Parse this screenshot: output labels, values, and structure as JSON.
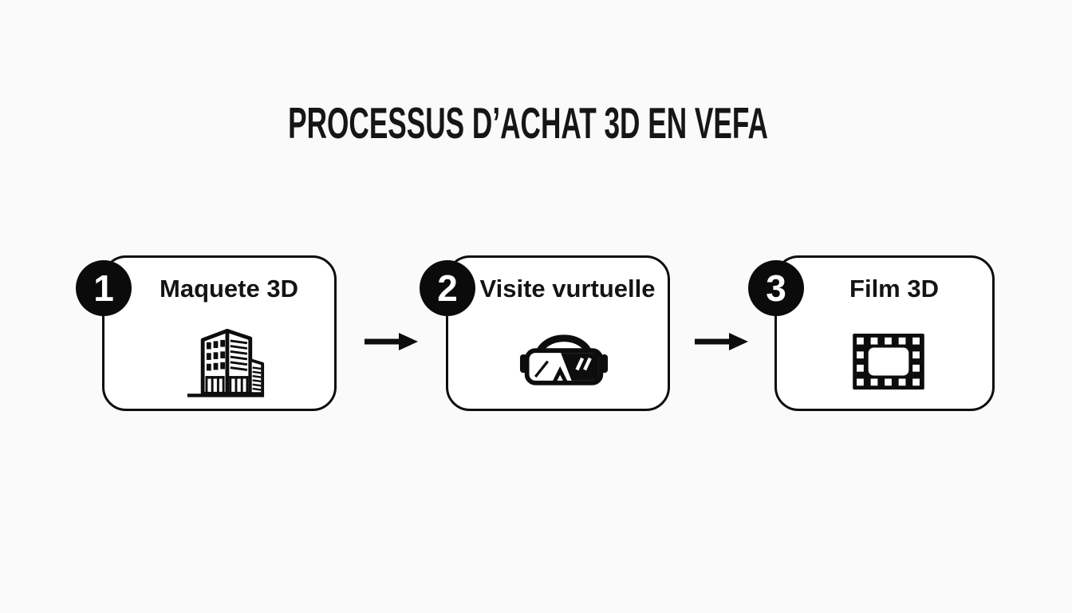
{
  "title": "PROCESSUS D’ACHAT 3D EN VEFA",
  "steps": [
    {
      "number": "1",
      "label": "Maquete 3D",
      "icon": "building-icon"
    },
    {
      "number": "2",
      "label": "Visite vurtuelle",
      "icon": "vr-headset-icon"
    },
    {
      "number": "3",
      "label": "Film 3D",
      "icon": "film-frame-icon"
    }
  ],
  "connectors": {
    "icon": "right-arrow-icon",
    "count": 2
  },
  "colors": {
    "background": "#fafafa",
    "card_background": "#ffffff",
    "outline": "#0d0d0d",
    "badge_background": "#0b0b0b",
    "badge_text": "#ffffff",
    "text": "#1a1a1a"
  }
}
